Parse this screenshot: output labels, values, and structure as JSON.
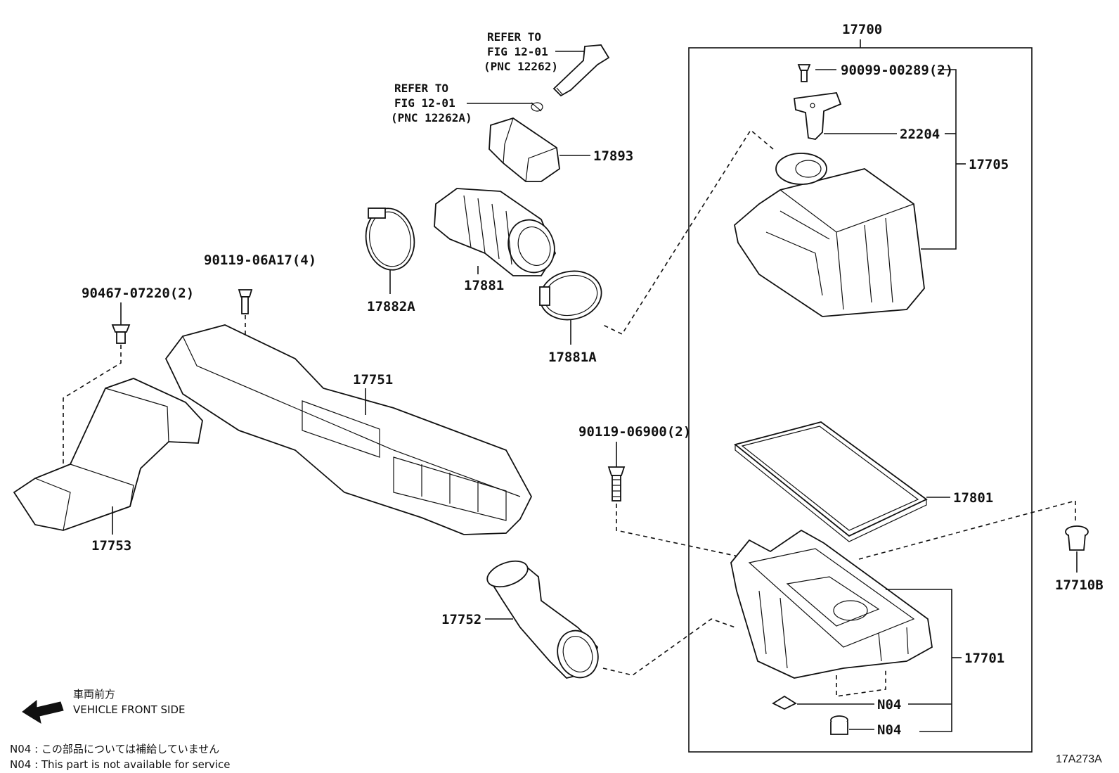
{
  "labels": {
    "assy_17700": "17700",
    "bolt_90099": "90099-00289(2)",
    "sensor_22204": "22204",
    "cap_17705": "17705",
    "refer1_a": "REFER TO",
    "refer1_b": "FIG 12-01",
    "refer1_c": "(PNC 12262)",
    "refer2_a": "REFER TO",
    "refer2_b": "FIG 12-01",
    "refer2_c": "(PNC 12262A)",
    "res_17893": "17893",
    "hose_17881": "17881",
    "clamp_17882A": "17882A",
    "clamp_17881A": "17881A",
    "bolt_90119a": "90119-06A17(4)",
    "clip_90467": "90467-07220(2)",
    "duct_17751": "17751",
    "duct_17753": "17753",
    "bolt_90119b": "90119-06900(2)",
    "element_17801": "17801",
    "grommet_17710B": "17710B",
    "inlet_17752": "17752",
    "case_17701": "17701",
    "n04_a": "N04",
    "n04_b": "N04"
  },
  "legend": {
    "arrow_icon": "left-arrow-icon",
    "jp": "車両前方",
    "en": "VEHICLE FRONT SIDE"
  },
  "notes": {
    "line1": "N04 : この部品については補給していません",
    "line2": "N04 : This part is not available for service"
  },
  "figure_code": "17A273A"
}
